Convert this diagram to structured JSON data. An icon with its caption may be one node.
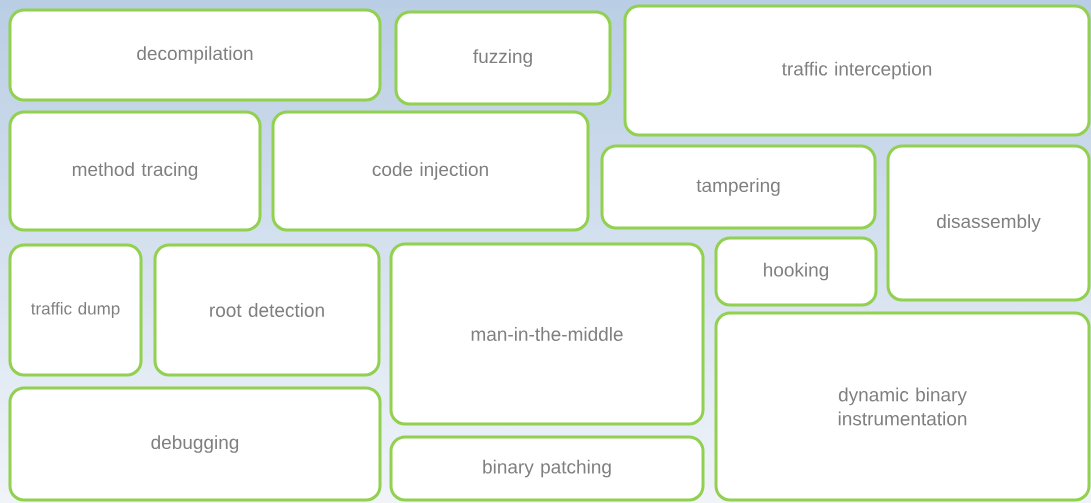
{
  "diagram": {
    "nodes": [
      {
        "text": [
          "decompilation"
        ]
      },
      {
        "text": [
          "fuzzing"
        ]
      },
      {
        "text": [
          "traffic interception"
        ]
      },
      {
        "text": [
          "method tracing"
        ]
      },
      {
        "text": [
          "code injection"
        ]
      },
      {
        "text": [
          "tampering"
        ]
      },
      {
        "text": [
          "disassembly"
        ]
      },
      {
        "text": [
          "traffic dump"
        ]
      },
      {
        "text": [
          "root detection"
        ]
      },
      {
        "text": [
          "man-in-the-middle"
        ]
      },
      {
        "text": [
          "hooking"
        ]
      },
      {
        "text": [
          "debugging"
        ]
      },
      {
        "text": [
          "binary patching"
        ]
      },
      {
        "text": [
          "dynamic binary instrumentation"
        ]
      }
    ]
  }
}
